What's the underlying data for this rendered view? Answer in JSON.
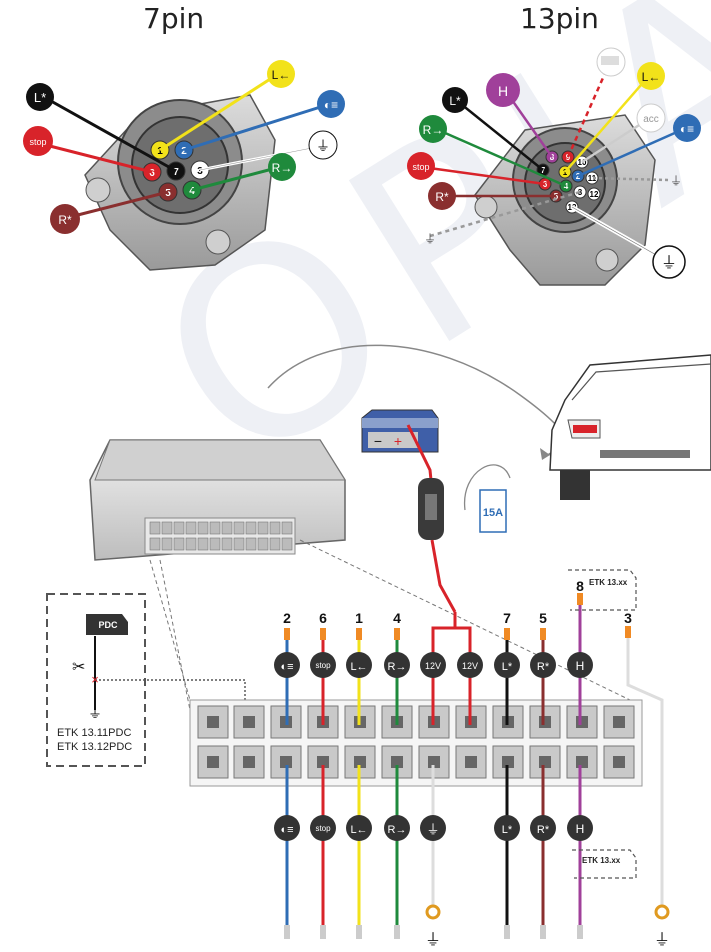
{
  "titles": {
    "seven_pin": "7pin",
    "thirteen_pin": "13pin"
  },
  "symbols": {
    "stop": "stop",
    "twelve_v": "12V",
    "acc": "acc"
  },
  "pin_numbers": {
    "seven": [
      "1",
      "2",
      "3",
      "4",
      "5",
      "6",
      "7"
    ],
    "thirteen": [
      "1",
      "2",
      "3",
      "4",
      "5",
      "6",
      "7",
      "8",
      "9",
      "10",
      "11",
      "12",
      "13"
    ]
  },
  "connector_pin_labels": [
    "2",
    "6",
    "1",
    "4",
    "7",
    "5",
    "8",
    "3"
  ],
  "pdc": {
    "box_label": "PDC",
    "note_line1": "ETK 13.11PDC",
    "note_line2": "ETK 13.12PDC"
  },
  "etk_label_top": "ETK 13.xx",
  "etk_label_bottom": "ETK 13.xx",
  "fuse_label": "15A",
  "wire_colors": {
    "blue": "#2f6db5",
    "red": "#d8232a",
    "yellow": "#f2e21a",
    "green": "#1f8a3c",
    "white": "#e8e8e8",
    "black": "#111111",
    "brown": "#8a2f2f",
    "purple": "#a0409a"
  }
}
